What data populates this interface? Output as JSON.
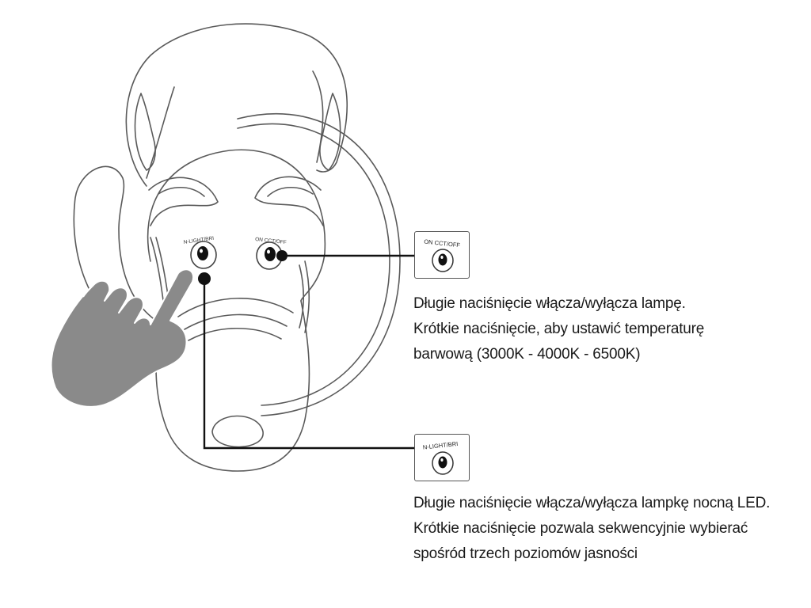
{
  "device": {
    "button_left_label": "N-LIGHT/BRI",
    "button_right_label": "ON CCT/OFF"
  },
  "callouts": [
    {
      "label": "ON CCT/OFF",
      "lines": [
        "Długie naciśnięcie włącza/wyłącza lampę.",
        "Krótkie naciśnięcie, aby ustawić temperaturę",
        "barwową (3000K - 4000K - 6500K)"
      ]
    },
    {
      "label": "N-LIGHT/BRI",
      "lines": [
        "Długie naciśnięcie włącza/wyłącza lampkę nocną LED.",
        "Krótkie naciśnięcie pozwala sekwencyjnie wybierać",
        "spośród trzech poziomów jasności"
      ]
    }
  ],
  "colors": {
    "outline": "#5a5a5a",
    "hand": "#8a8a8a",
    "text": "#1a1a1a",
    "connector": "#111111"
  }
}
